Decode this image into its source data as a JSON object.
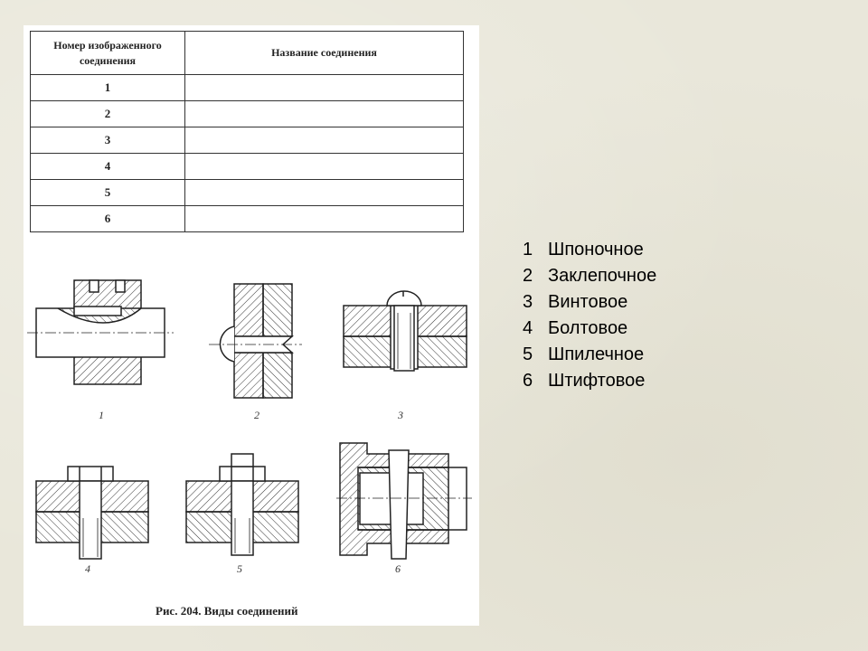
{
  "table": {
    "header_number": "Номер изображенного соединения",
    "header_name": "Название соединения",
    "rows": [
      {
        "number": "1",
        "name": ""
      },
      {
        "number": "2",
        "name": ""
      },
      {
        "number": "3",
        "name": ""
      },
      {
        "number": "4",
        "name": ""
      },
      {
        "number": "5",
        "name": ""
      },
      {
        "number": "6",
        "name": ""
      }
    ]
  },
  "figures": [
    {
      "label": "1"
    },
    {
      "label": "2"
    },
    {
      "label": "3"
    },
    {
      "label": "4"
    },
    {
      "label": "5"
    },
    {
      "label": "6"
    }
  ],
  "caption": "Рис. 204. Виды соединений",
  "answers": [
    {
      "num": "1",
      "text": "Шпоночное"
    },
    {
      "num": "2",
      "text": "Заклепочное"
    },
    {
      "num": "3",
      "text": "Винтовое"
    },
    {
      "num": "4",
      "text": "Болтовое"
    },
    {
      "num": "5",
      "text": "Шпилечное"
    },
    {
      "num": "6",
      "text": "Штифтовое"
    }
  ]
}
